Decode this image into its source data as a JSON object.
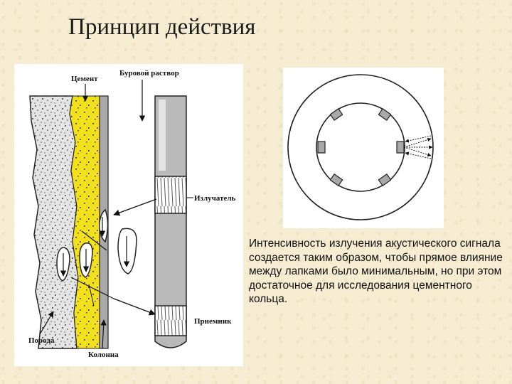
{
  "title": "Принцип действия",
  "labels": {
    "cement": "Цемент",
    "drilling_mud": "Буровой раствор",
    "emitter": "Излучатель",
    "receiver": "Приемник",
    "rock": "Порода",
    "casing": "Колонна"
  },
  "caption": "Интенсивность излучения акустического сигнала создается таким образом, чтобы прямое влияние между лапками было минимальным, но при этом достаточное для исследования цементного кольца.",
  "colors": {
    "background": "#f6ecd2",
    "cement": "#f2e01a",
    "casing": "#a9a9a9",
    "tool": "#b9b9b9"
  }
}
